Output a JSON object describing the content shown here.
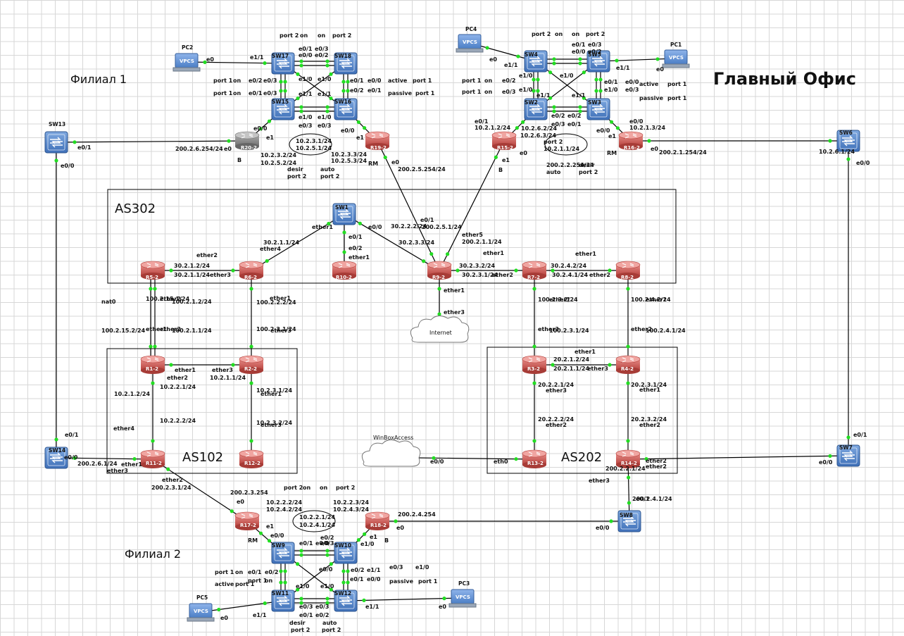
{
  "titles": {
    "branch1": "Филиал 1",
    "main_office": "Главный Офис",
    "branch2": "Филиал 2"
  },
  "areas": {
    "as302": "AS302",
    "as102": "AS102",
    "as202": "AS202"
  },
  "clouds": {
    "internet": "Internet",
    "winbox": "WinBoxAccess"
  },
  "devices": {
    "SW1": "SW1",
    "SW2": "SW2",
    "SW3": "SW3",
    "SW4": "SW4",
    "SW5": "SW5",
    "SW6": "SW6",
    "SW7": "SW7",
    "SW8": "SW8",
    "SW9": "SW9",
    "SW10": "SW10",
    "SW11": "SW11",
    "SW12": "SW12",
    "SW13": "SW13",
    "SW14": "SW14",
    "SW15": "SW15",
    "SW16": "SW16",
    "SW17": "SW17",
    "SW18": "SW18",
    "R1": "R1-2",
    "R2": "R2-2",
    "R3": "R3-2",
    "R4": "R4-2",
    "R5": "R5-2",
    "R6": "R6-2",
    "R7": "R7-2",
    "R8": "R8-2",
    "R9": "R9-2",
    "R10": "R10-2",
    "R11": "R11-2",
    "R12": "R12-2",
    "R13": "R13-2",
    "R14": "R14-2",
    "R15": "R15-2",
    "R16": "R16-2",
    "R17": "R17-2",
    "R18": "R18-2",
    "R19": "R19-2",
    "R20": "R20-2",
    "PC1": "PC1",
    "PC2": "PC2",
    "PC3": "PC3",
    "PC4": "PC4",
    "PC5": "PC5",
    "vpcs": "VPCS"
  },
  "labels": [
    "port 2",
    "on",
    "on",
    "port 2",
    "e0/1",
    "e0/3",
    "e0/0",
    "e0/2",
    "e1/1",
    "e0",
    "e1/0",
    "e1/0",
    "port 1",
    "on",
    "e0/2",
    "e0/3",
    "e0/1",
    "e0/0",
    "active",
    "port 1",
    "port 1",
    "on",
    "e0/1",
    "e0/3",
    "e1/1",
    "e1/1",
    "e0/2",
    "e0/1",
    "passive",
    "port 1",
    "e1/0",
    "e1/0",
    "e0/3",
    "e0/3",
    "e0/0",
    "e0/0",
    "e1",
    "e1",
    "e0",
    "e0/1",
    "200.2.6.254/24",
    "10.2.3.2/24",
    "10.2.5.2/24",
    "B",
    "10.2.3.3/24",
    "10.2.5.3/24",
    "RM",
    "desir",
    "auto",
    "port 2",
    "port 2",
    "e0",
    "200.2.5.254/24",
    "10.2.3.1/24",
    "10.2.5.1/24",
    "e0/0",
    "port 2",
    "on",
    "on",
    "port 2",
    "e0/1",
    "e0/3",
    "e0/0",
    "e0/2",
    "e0",
    "e1/1",
    "e1/1",
    "e0",
    "port 1",
    "on",
    "e0/2",
    "e1/0",
    "e1/0",
    "e0/1",
    "e0/0",
    "active",
    "port 1",
    "port 1",
    "on",
    "e0/3",
    "e1/0",
    "e1/1",
    "e1/1",
    "e1/0",
    "e0/3",
    "passive",
    "port 1",
    "e0/2",
    "e0/2",
    "e0/3",
    "e0/1",
    "e0/1",
    "10.2.1.2/24",
    "10.2.6.2/24",
    "e0/0",
    "e0/0",
    "10.2.1.3/24",
    "10.2.6.3/24",
    "e1",
    "e1",
    "e0",
    "e0",
    "RM",
    "B",
    "200.2.1.254/24",
    "200.2.2.254/24",
    "desir",
    "auto",
    "port 2",
    "port 2",
    "10.2.1.1/24",
    "10.2.6.1/24",
    "e0/0",
    "e0/1",
    "200.2.5.1/24",
    "ether5",
    "200.2.1.1/24",
    "ether4",
    "30.2.1.1/24",
    "ether2",
    "30.2.1.2/24",
    "30.2.1.1/24",
    "ether3",
    "ether1",
    "e0/0",
    "e0/1",
    "e0/2",
    "ether1",
    "30.2.2.2/24",
    "30.2.3.3/24",
    "ether1",
    "30.2.3.2/24",
    "30.2.3.1/24",
    "ether2",
    "ether1",
    "30.2.4.2/24",
    "30.2.4.1/24",
    "ether2",
    "ether1",
    "ether3",
    "nat0",
    "100.2.1.2/24",
    "100.2.15.2/24",
    "100.2.1.1/24",
    "100.2.15.1/24",
    "ether2",
    "ether1",
    "ether2",
    "ether1",
    "100.2.2.2/24",
    "ether3",
    "100.2.2.1/24",
    "ether1",
    "100.2.3.1/24",
    "100.2.3.2/24",
    "ether3",
    "ether1",
    "100.2.4.1/24",
    "100.2.4.2/24",
    "ether2",
    "ether1",
    "ether3",
    "ether2",
    "10.2.1.1/24",
    "10.2.1.2/24",
    "10.2.2.1/24",
    "ether4",
    "10.2.2.2/24",
    "ether1",
    "10.2.3.1/24",
    "ether3",
    "10.2.3.2/24",
    "ether1",
    "20.2.1.2/24",
    "20.2.1.1/24",
    "ether3",
    "ether3",
    "20.2.2.1/24",
    "ether2",
    "20.2.2.2/24",
    "ether1",
    "20.2.3.1/24",
    "ether2",
    "20.2.3.2/24",
    "ether1",
    "ether3",
    "200.2.6.1/24",
    "e0/0",
    "e0/1",
    "e0/0",
    "eth0",
    "ether2",
    "ether2",
    "200.2.2.1/24",
    "ether3",
    "200.2.4.1/24",
    "e0/0",
    "e0/1",
    "e0/0",
    "e0/1",
    "ether2",
    "200.2.3.1/24",
    "200.2.3.254",
    "port 2",
    "on",
    "on",
    "port 2",
    "e0",
    "10.2.2.2/24",
    "10.2.4.2/24",
    "10.2.2.3/24",
    "10.2.4.3/24",
    "10.2.2.1/24",
    "10.2.4.1/24",
    "200.2.4.254",
    "e0",
    "e1",
    "e1",
    "RM",
    "B",
    "e0/0",
    "e1/0",
    "e0/2",
    "e0/3",
    "e0/1",
    "e0/0",
    "port 1",
    "on",
    "e0/1",
    "e0/2",
    "e0/0",
    "e0/2",
    "e1/1",
    "e0/3",
    "e1/0",
    "active",
    "port 1",
    "port 1",
    "on",
    "e1/0",
    "e1/0",
    "e0/1",
    "e0/0",
    "passive",
    "port 1",
    "e0/3",
    "e0/3",
    "e0/1",
    "e0/2",
    "e1/1",
    "e1/1",
    "e0",
    "e0",
    "desir",
    "auto",
    "port 2",
    "port 2"
  ],
  "colors": {
    "link": "#000000",
    "port_dot": "#22dd22",
    "switch_fill": "#4f81c6",
    "router_fill": "#c0504d",
    "router_gray": "#808080",
    "pc_fill": "#5b8fd6"
  }
}
